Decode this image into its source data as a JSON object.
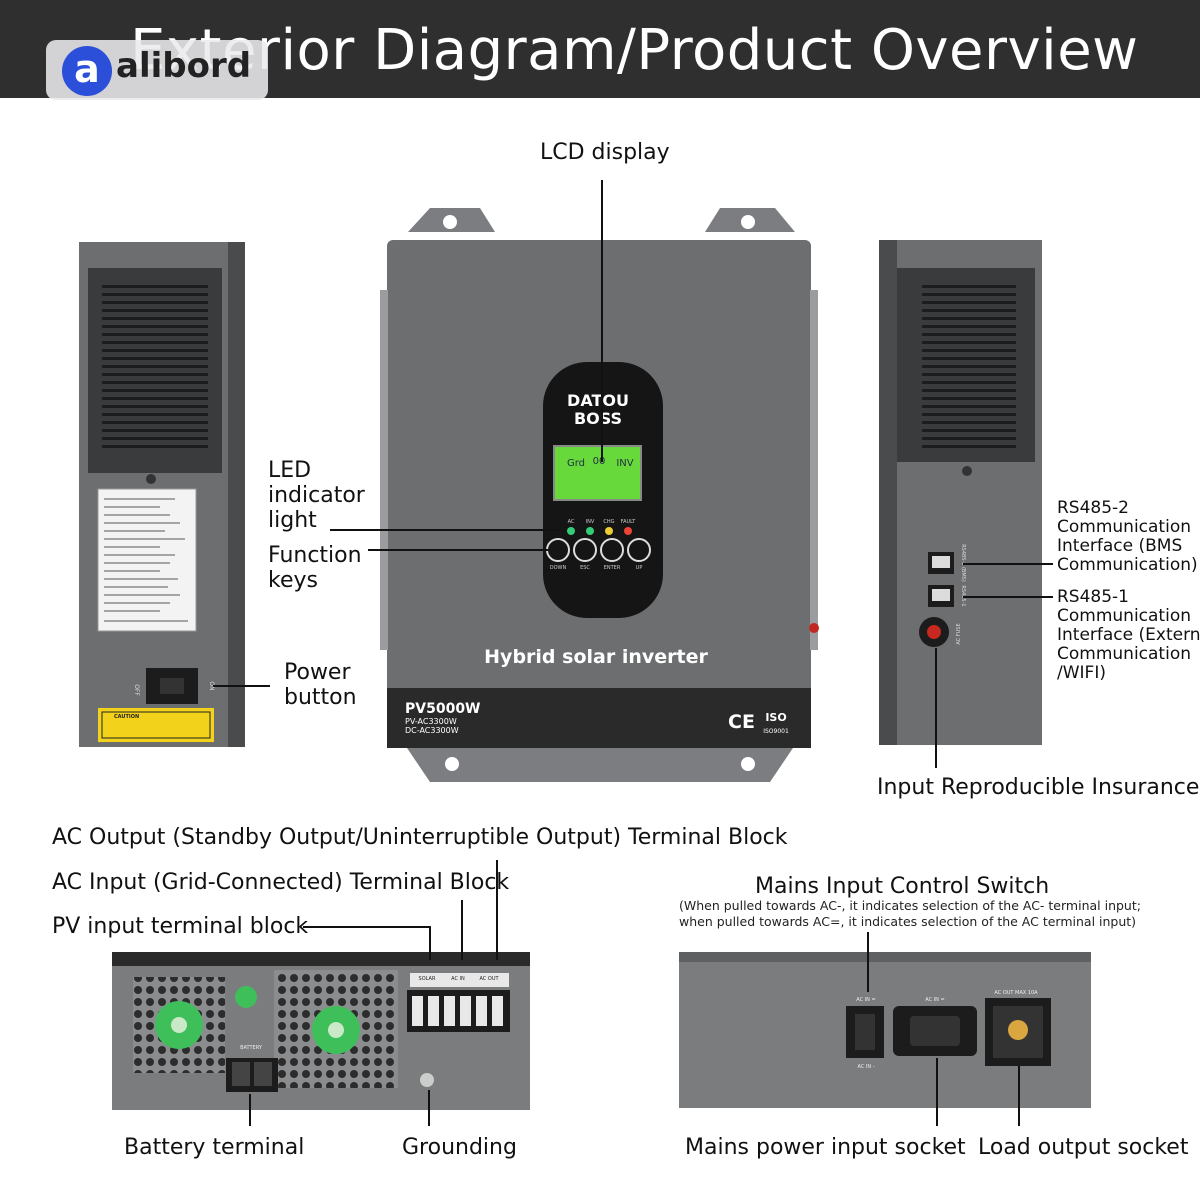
{
  "header": {
    "title": "Exterior Diagram/Product Overview",
    "watermark_logo_letter": "a",
    "watermark_text": "alibord"
  },
  "front_panel": {
    "brand_line1": "DATOU",
    "brand_line2": "BOSS",
    "lcd_readout": [
      "Grd",
      "00",
      "INV"
    ],
    "led_labels": [
      "AC",
      "INV",
      "CHG",
      "FAULT"
    ],
    "key_labels": [
      "DOWN",
      "ESC",
      "ENTER",
      "UP"
    ],
    "product_name": "Hybrid solar inverter",
    "model": "PV5000W",
    "model_sub1": "PV-AC3300W",
    "model_sub2": "DC-AC3300W",
    "cert_ce": "CE",
    "cert_iso": "ISO",
    "cert_iso_code": "ISO9001"
  },
  "left_side": {
    "switch_on": "ON",
    "switch_off": "OFF",
    "caution": "CAUTION"
  },
  "right_side": {
    "port1_label": "RS485-2 (BMS)",
    "port2_label": "RS485-1",
    "fuse_label": "AC FUSE"
  },
  "bottom_left_unit": {
    "battery_label": "BATTERY",
    "solar_label": "SOLAR",
    "acin_label": "AC IN",
    "acout_label": "AC OUT"
  },
  "bottom_right_unit": {
    "acin_top": "AC IN =",
    "acin_bottom": "AC IN -",
    "acin_socket": "AC IN =",
    "acout_socket": "AC OUT MAX 10A"
  },
  "callouts": {
    "lcd_display": "LCD display",
    "led_indicator": [
      "LED",
      "indicator",
      "light"
    ],
    "function_keys": [
      "Function",
      "keys"
    ],
    "power_button": [
      "Power",
      "button"
    ],
    "rs485_2": [
      "RS485-2",
      "Communication",
      "Interface (BMS",
      "Communication)"
    ],
    "rs485_1": [
      "RS485-1",
      "Communication",
      "Interface (External",
      "Communication",
      "/WIFI)"
    ],
    "input_insurance": "Input Reproducible Insurance",
    "ac_output_block": "AC Output (Standby Output/Uninterruptible Output) Terminal Block",
    "ac_input_block": "AC Input (Grid-Connected) Terminal Block",
    "pv_input_block": "PV input terminal block",
    "mains_switch": "Mains Input Control Switch",
    "mains_switch_note1": "(When pulled towards AC-, it indicates selection of the AC- terminal input;",
    "mains_switch_note2": "when pulled towards AC=, it indicates selection of the AC terminal input)",
    "battery_terminal": "Battery terminal",
    "grounding": "Grounding",
    "mains_power_socket": "Mains power input socket",
    "load_output_socket": "Load output socket"
  },
  "colors": {
    "header_bg": "#2f2f2f",
    "body_grey": "#6c6e70",
    "dark_band": "#2a2a2b",
    "lcd_green": "#67d93a",
    "fan_green": "#3fbf5a",
    "warning_yellow": "#f2d21a"
  }
}
